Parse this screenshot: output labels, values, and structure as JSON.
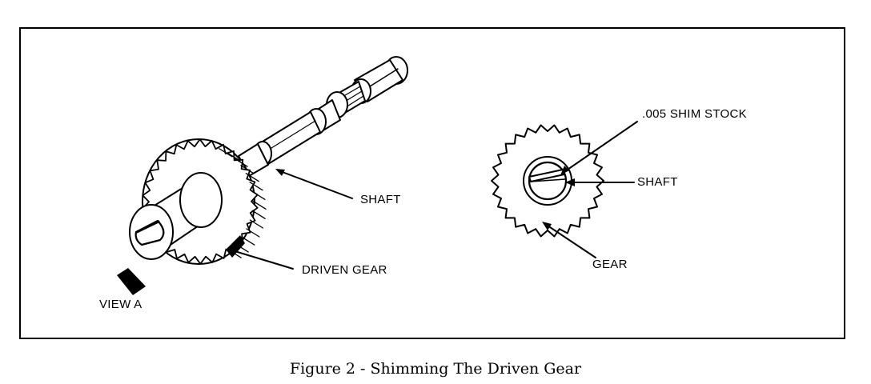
{
  "labels": {
    "shaft_left": "SHAFT",
    "driven_gear": "DRIVEN GEAR",
    "view_a": "VIEW A",
    "shim_stock": ".005 SHIM STOCK",
    "shaft_right": "SHAFT",
    "gear": "GEAR"
  },
  "caption": "Figure 2 - Shimming The Driven Gear",
  "colors": {
    "ink": "#000000",
    "paper": "#ffffff"
  }
}
